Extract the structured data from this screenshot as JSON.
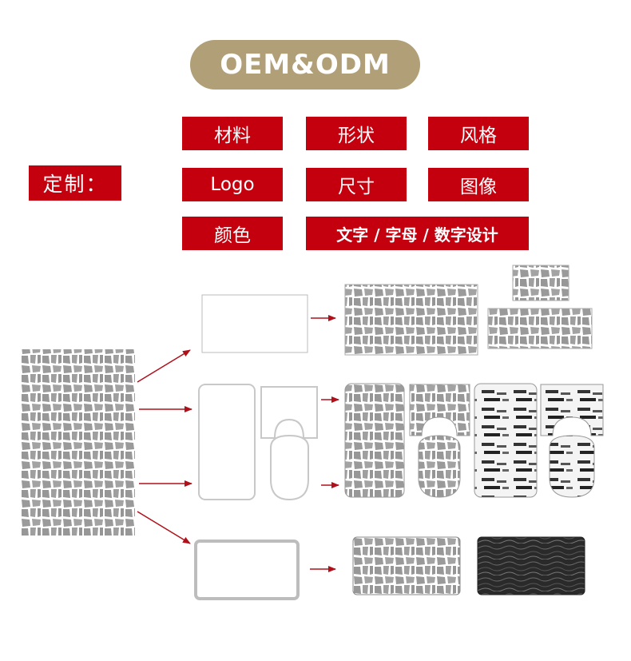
{
  "title": "OEM&ODM",
  "custom_label": "定制：",
  "options": [
    [
      "材料",
      "形状",
      "风格"
    ],
    [
      "Logo",
      "尺寸",
      "图像"
    ],
    [
      "颜色",
      "文字 / 字母 / 数字设计"
    ]
  ],
  "colors": {
    "title_bg": "#b09f77",
    "tag_bg": "#c4000f",
    "pattern_gray": "#9a9a9a",
    "arrow": "#b0101a"
  }
}
